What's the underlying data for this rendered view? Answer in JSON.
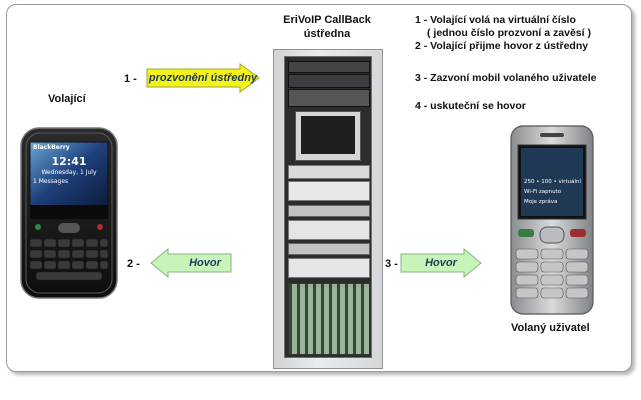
{
  "title": {
    "line1": "EriVoIP CallBack",
    "line2": "ústředna"
  },
  "steps": [
    "1 - Volající volá na virtuální číslo",
    "( jednou číslo prozvoní a zavěsí )",
    "2 - Volající přijme hovor z ústředny",
    "3 - Zazvoní mobil volaného uživatele",
    "4 - uskuteční se hovor"
  ],
  "caller": {
    "label": "Volající",
    "screen": {
      "brand": "BlackBerry",
      "time": "12:41",
      "date": "Wednesday, 1 July",
      "status": "1 Messages"
    }
  },
  "callee": {
    "label": "Volaný uživatel",
    "screen": {
      "line1": "250 • 100 • virtuální",
      "line2": "Wi-Fi zapnuto",
      "line3": "Moje zpráva"
    }
  },
  "arrows": [
    {
      "number": "1 -",
      "label": "prozvonění ústředny",
      "direction": "right",
      "color": "#f5f21a"
    },
    {
      "number": "2 -",
      "label": "Hovor",
      "direction": "left",
      "color": "#c7f5b9"
    },
    {
      "number": "3 -",
      "label": "Hovor",
      "direction": "right",
      "color": "#c7f5b9"
    }
  ]
}
